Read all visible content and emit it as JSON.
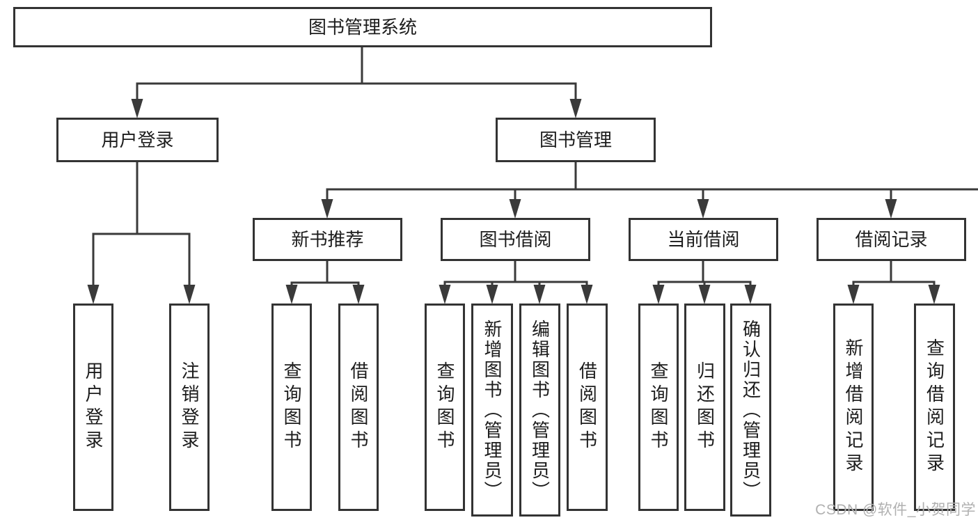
{
  "tree": {
    "root": {
      "label": "图书管理系统"
    },
    "branches": [
      {
        "label": "用户登录",
        "leaves": [
          "用户登录",
          "注销登录"
        ]
      },
      {
        "label": "图书管理",
        "groups": [
          {
            "label": "新书推荐",
            "leaves": [
              "查询图书",
              "借阅图书"
            ]
          },
          {
            "label": "图书借阅",
            "leaves": [
              "查询图书",
              "新增图书（管理员）",
              "编辑图书（管理员）",
              "借阅图书"
            ]
          },
          {
            "label": "当前借阅",
            "leaves": [
              "查询图书",
              "归还图书",
              "确认归还（管理员）"
            ]
          },
          {
            "label": "借阅记录",
            "leaves": [
              "新增借阅记录",
              "查询借阅记录"
            ]
          }
        ]
      }
    ]
  },
  "watermark": {
    "text": "CSDN @软件_小贺同学"
  },
  "colors": {
    "background": "#ffffff",
    "box_border": "#333333",
    "connector_line": "#3a3a3a",
    "label_text": "#1c1c1c",
    "watermark_text": "#b0b0b0"
  }
}
